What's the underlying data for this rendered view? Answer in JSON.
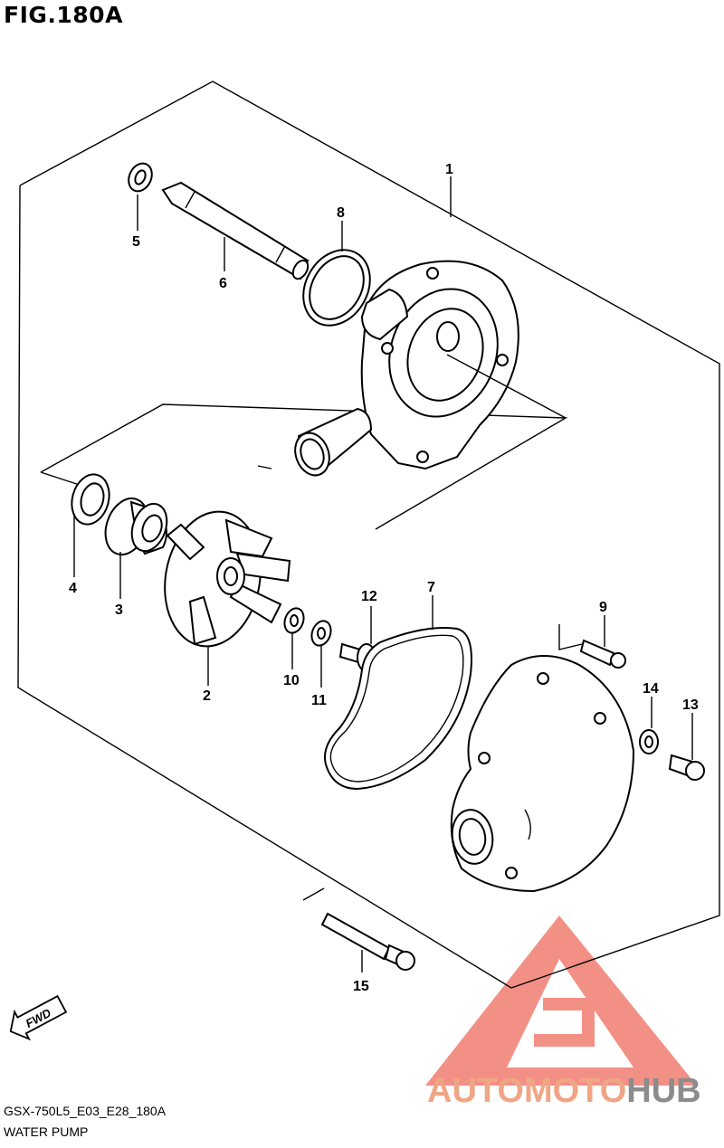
{
  "figure": {
    "title": "FIG.180A",
    "model_code": "GSX-750L5_E03_E28_180A",
    "assembly_name": "WATER PUMP"
  },
  "callouts": [
    "1",
    "2",
    "3",
    "4",
    "5",
    "6",
    "7",
    "8",
    "9",
    "10",
    "11",
    "12",
    "13",
    "14",
    "15"
  ],
  "direction_badge": "FWD",
  "watermark": {
    "part1": "AUTOMOTO",
    "part2": "HUB",
    "color_primary": "#f0a585",
    "color_secondary": "#8c8c8c",
    "logo_color": "#ef6b5e"
  }
}
